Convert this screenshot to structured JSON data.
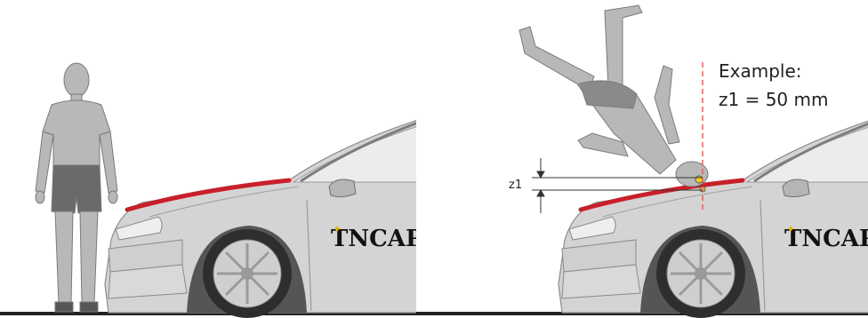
{
  "figure": {
    "example_title": "Example:",
    "example_value": "z1 = 50 mm",
    "dimension_label": "z1",
    "left_panel": {
      "vehicle_brand": "TNCAP"
    },
    "right_panel": {
      "vehicle_brand": "TNCAP"
    }
  },
  "colors": {
    "background": "#ffffff",
    "car_body": "#d4d4d4",
    "bumper_fill": "#d9d9d9",
    "hood_edge_red": "#c8202a",
    "dummy_body": "#b8b8b8",
    "dummy_shorts": "#6a6a6a",
    "marker_yellow": "#f2d21b",
    "ground": "#222222",
    "reference_line": "#e06060"
  }
}
